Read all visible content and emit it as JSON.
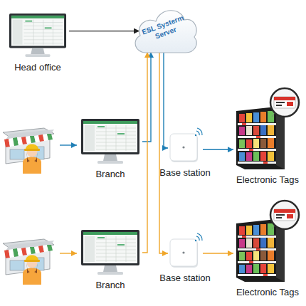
{
  "diagram": {
    "nodes": [
      {
        "text": [
          "Head office"
        ]
      },
      {
        "text": [
          "ESL Systerm Server"
        ]
      },
      {
        "text": [
          "Branch"
        ]
      },
      {
        "text": [
          "Base station"
        ]
      },
      {
        "text": [
          "Electronic Tags"
        ]
      },
      {
        "text": [
          "Branch"
        ]
      },
      {
        "text": [
          "Base station"
        ]
      },
      {
        "text": [
          "Electronic Tags"
        ]
      }
    ],
    "edges": [
      {
        "from": 0,
        "to": 1,
        "arrow": "to"
      },
      {
        "from": 2,
        "to": 1,
        "arrow": "to"
      },
      {
        "from": 1,
        "to": 3,
        "arrow": "to"
      },
      {
        "from": 3,
        "to": 4,
        "arrow": "to"
      },
      {
        "from": 5,
        "to": 1,
        "arrow": "to"
      },
      {
        "from": 1,
        "to": 6,
        "arrow": "to"
      },
      {
        "from": 6,
        "to": 7,
        "arrow": "to"
      }
    ]
  }
}
